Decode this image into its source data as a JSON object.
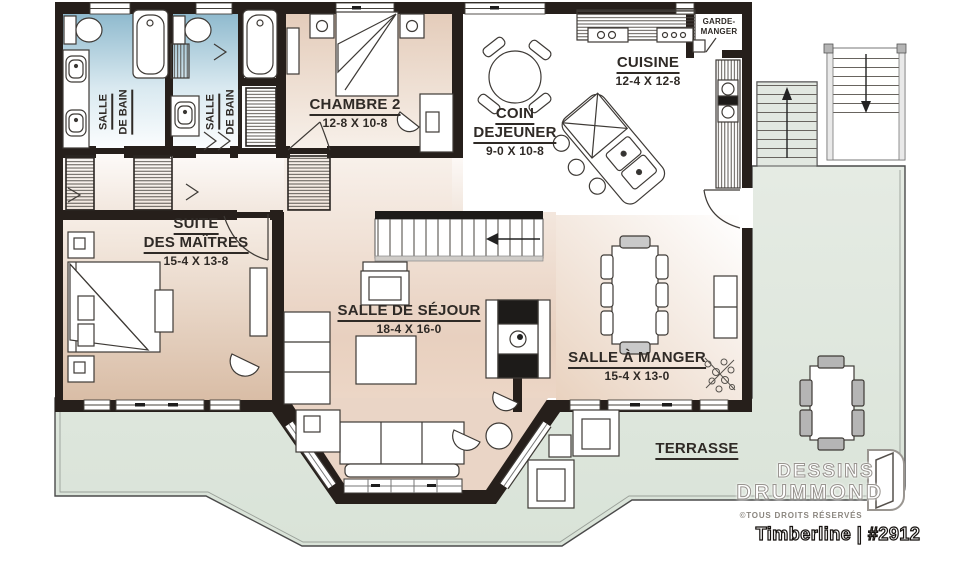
{
  "plan_title": "Timberline | #2912",
  "colors": {
    "wall": "#261f1b",
    "bathroom_blue": "#8fbace",
    "bedroom_beige": "#e2c8b5",
    "deck_green": "#dfe7de",
    "floor_white": "#ffffff",
    "label_ink": "#2f2a26"
  },
  "rooms": {
    "salle_de_bain_1": {
      "name_line1": "SALLE",
      "name_line2": "DE BAIN"
    },
    "salle_de_bain_2": {
      "name_line1": "SALLE",
      "name_line2": "DE BAIN"
    },
    "chambre_2": {
      "name": "CHAMBRE 2",
      "dims": "12-8 X 10-8"
    },
    "coin_dejeuner": {
      "name_line1": "COIN",
      "name_line2": "DEJEUNER",
      "dims": "9-0 X 10-8"
    },
    "cuisine": {
      "name": "CUISINE",
      "dims": "12-4 X 12-8"
    },
    "garde_manger": {
      "name_line1": "GARDE-",
      "name_line2": "MANGER"
    },
    "suite_des_maitres": {
      "name_line1": "SUITE",
      "name_line2": "DES MAÎTRES",
      "dims": "15-4 X 13-8"
    },
    "salle_de_sejour": {
      "name": "SALLE DE SÉJOUR",
      "dims": "18-4 X 16-0"
    },
    "salle_a_manger": {
      "name": "SALLE À MANGER",
      "dims": "15-4 X 13-0"
    },
    "terrasse": {
      "name": "TERRASSE"
    }
  },
  "brand": {
    "line1": "DESSINS",
    "line2": "DRUMMOND",
    "rights": "©TOUS DROITS RÉSERVÉS",
    "model": "Timberline | #2912"
  }
}
